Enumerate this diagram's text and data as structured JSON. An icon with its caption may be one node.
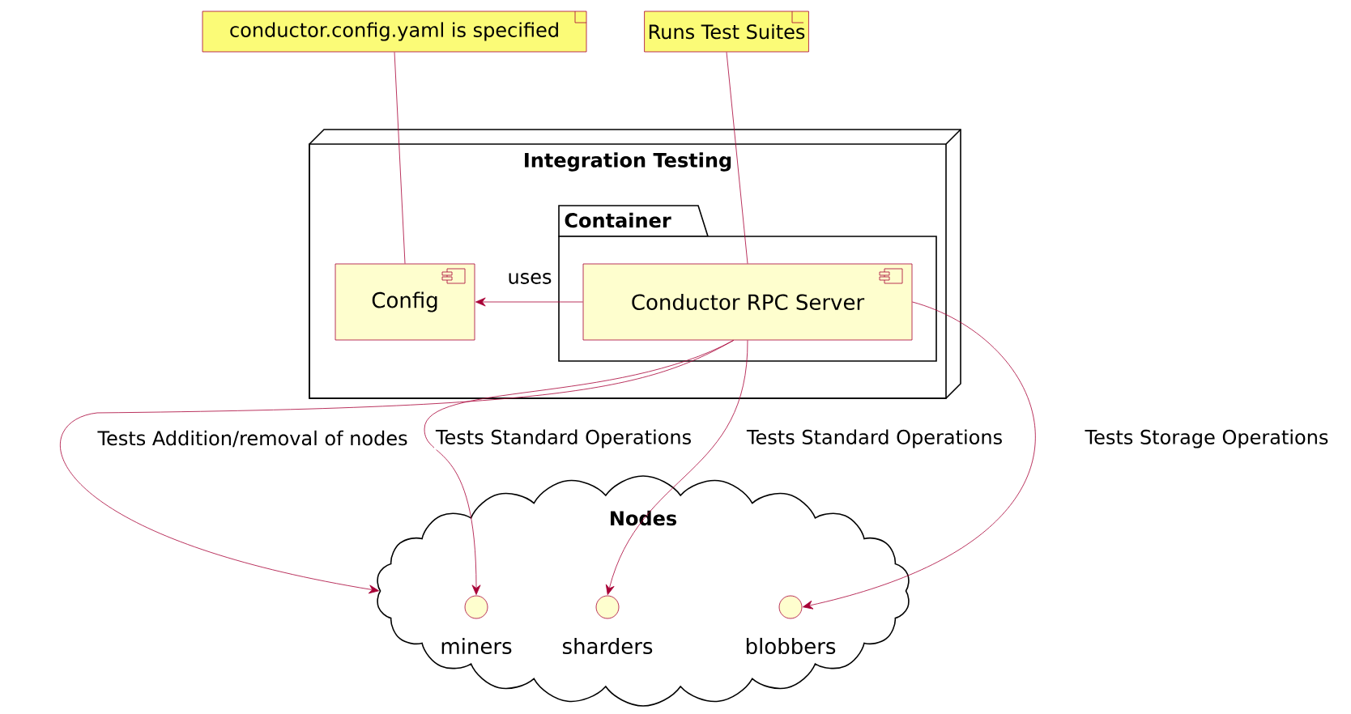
{
  "diagram": {
    "nodes": [
      {
        "text": [
          "conductor.config.yaml is specified"
        ]
      },
      {
        "text": [
          "Runs Test Suites"
        ]
      },
      {
        "text": [
          "Integration Testing"
        ]
      },
      {
        "text": [
          "Config"
        ],
        "in": 2
      },
      {
        "text": [
          "Container"
        ],
        "in": 2
      },
      {
        "text": [
          "Conductor RPC Server"
        ],
        "in": 4
      },
      {
        "text": [
          "Nodes"
        ]
      },
      {
        "text": [],
        "shape": "circle",
        "beside": [
          "miners"
        ],
        "in": 6
      },
      {
        "text": [],
        "shape": "circle",
        "beside": [
          "sharders"
        ],
        "in": 6
      },
      {
        "text": [],
        "shape": "circle",
        "beside": [
          "blobbers"
        ],
        "in": 6
      }
    ],
    "edges": [
      {
        "from": 0,
        "to": 3,
        "arrow": "none"
      },
      {
        "from": 1,
        "to": 5,
        "arrow": "none"
      },
      {
        "from": 5,
        "to": 3,
        "arrow": "to",
        "label": "uses"
      },
      {
        "from": 5,
        "to": 6,
        "arrow": "to",
        "label": "Tests Addition/removal of nodes"
      },
      {
        "from": 5,
        "to": 7,
        "arrow": "to",
        "label": "Tests Standard Operations"
      },
      {
        "from": 5,
        "to": 8,
        "arrow": "to",
        "label": "Tests Standard Operations"
      },
      {
        "from": 5,
        "to": 9,
        "arrow": "to",
        "label": "Tests Storage Operations"
      }
    ]
  }
}
